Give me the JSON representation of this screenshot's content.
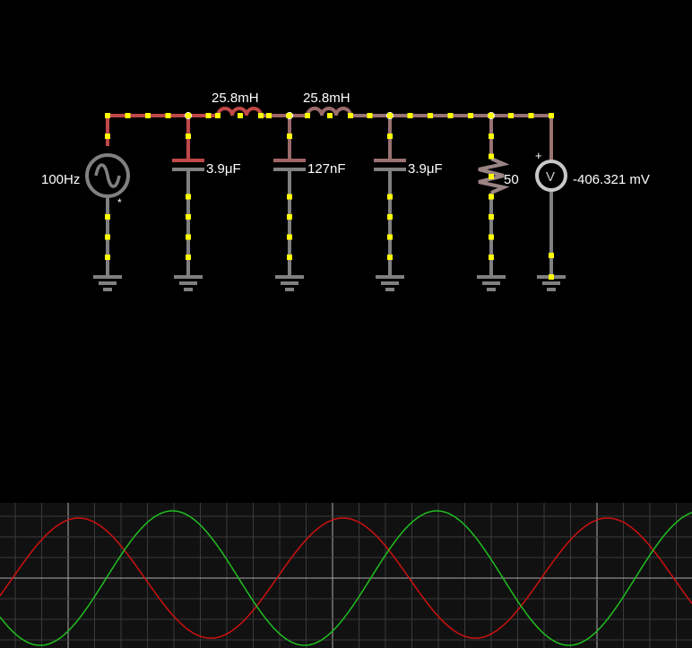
{
  "circuit": {
    "source": {
      "label": "100Hz",
      "marker": "*"
    },
    "inductors": [
      {
        "label": "25.8mH"
      },
      {
        "label": "25.8mH"
      }
    ],
    "capacitors": [
      {
        "label": "3.9μF"
      },
      {
        "label": "127nF"
      },
      {
        "label": "3.9μF"
      }
    ],
    "resistor": {
      "label": "50"
    },
    "voltmeter": {
      "symbol": "V",
      "polarity": "+",
      "reading": "-406.321 mV"
    }
  },
  "colors": {
    "background": "#000000",
    "wire_high": "#c04848",
    "wire_mid": "#9a7272",
    "wire_low": "#808080",
    "current_dot": "#ffff00",
    "scope_bg": "#111111",
    "trace_red": "#d01010",
    "trace_green": "#20c020"
  },
  "scope": {
    "traces": [
      {
        "name": "red",
        "color": "#d01010",
        "amplitude": 0.67,
        "period_divs": 10,
        "phase_deg": 90
      },
      {
        "name": "green",
        "color": "#20c020",
        "amplitude": 0.75,
        "period_divs": 10,
        "phase_deg": -52
      }
    ]
  }
}
